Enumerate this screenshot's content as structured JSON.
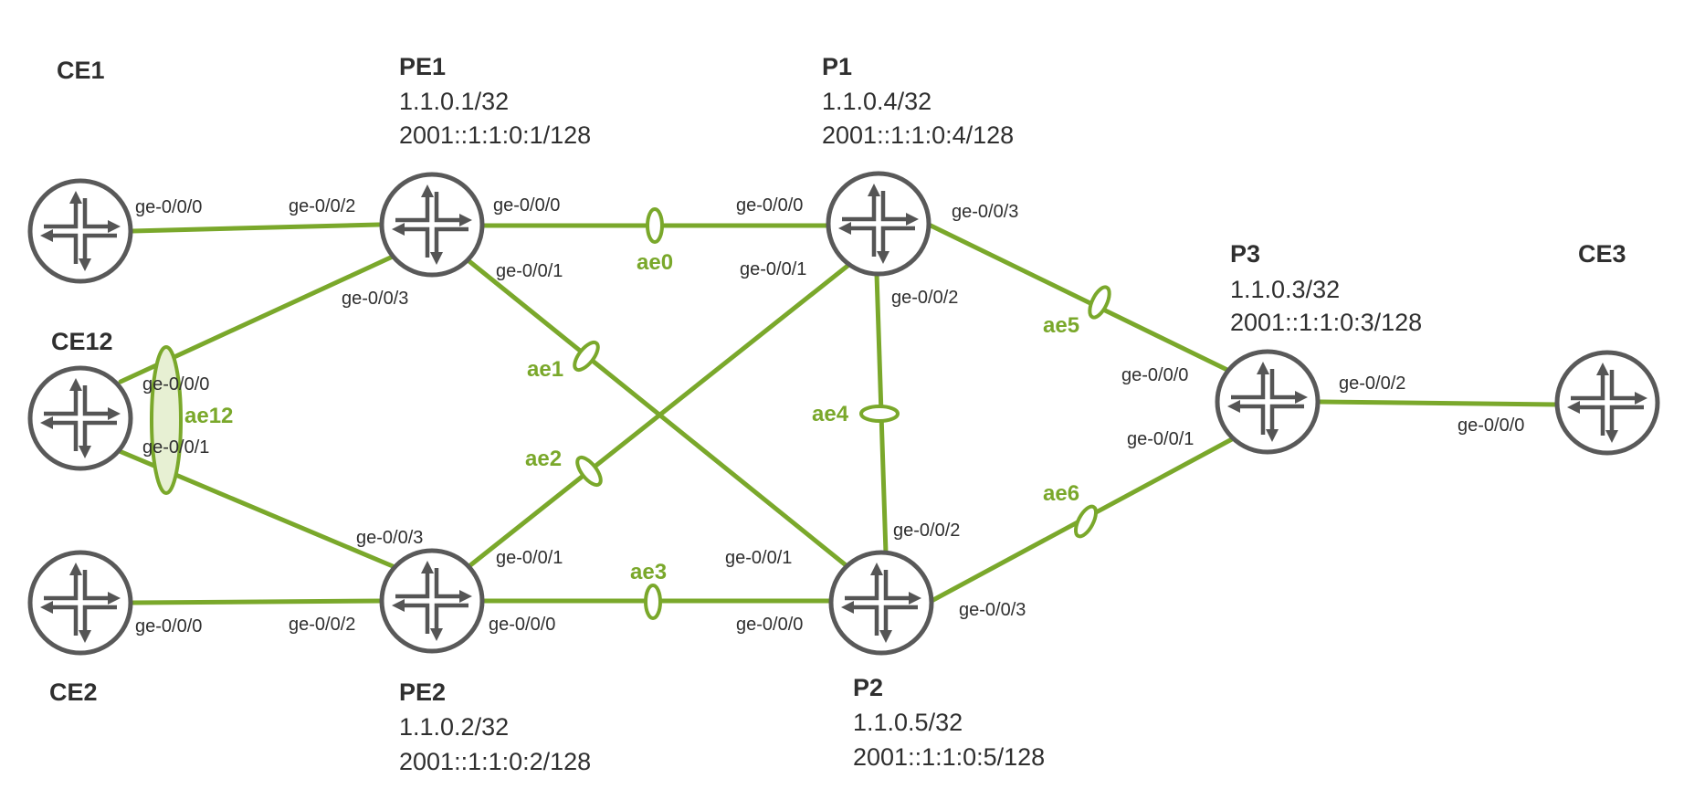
{
  "diagram": {
    "colors": {
      "link": "#7aa82b",
      "router_outline": "#595959",
      "label_text": "#2f2f2f",
      "ae_fill": "#e7f0d3"
    },
    "icon": "router-icon",
    "nodes": {
      "CE1": {
        "name": "CE1",
        "lines": []
      },
      "CE12": {
        "name": "CE12",
        "lines": []
      },
      "CE2": {
        "name": "CE2",
        "lines": []
      },
      "CE3": {
        "name": "CE3",
        "lines": []
      },
      "PE1": {
        "name": "PE1",
        "lines": [
          "1.1.0.1/32",
          "2001::1:1:0:1/128"
        ]
      },
      "PE2": {
        "name": "PE2",
        "lines": [
          "1.1.0.2/32",
          "2001::1:1:0:2/128"
        ]
      },
      "P1": {
        "name": "P1",
        "lines": [
          "1.1.0.4/32",
          "2001::1:1:0:4/128"
        ]
      },
      "P2": {
        "name": "P2",
        "lines": [
          "1.1.0.5/32",
          "2001::1:1:0:5/128"
        ]
      },
      "P3": {
        "name": "P3",
        "lines": [
          "1.1.0.3/32",
          "2001::1:1:0:3/128"
        ]
      }
    },
    "links": [
      {
        "from": "CE1",
        "from_if": "ge-0/0/0",
        "to": "PE1",
        "to_if": "ge-0/0/2",
        "ae": ""
      },
      {
        "from": "CE12",
        "from_if": "ge-0/0/0",
        "to": "PE1",
        "to_if": "ge-0/0/3",
        "ae": "ae12"
      },
      {
        "from": "CE12",
        "from_if": "ge-0/0/1",
        "to": "PE2",
        "to_if": "ge-0/0/3",
        "ae": "ae12"
      },
      {
        "from": "CE2",
        "from_if": "ge-0/0/0",
        "to": "PE2",
        "to_if": "ge-0/0/2",
        "ae": ""
      },
      {
        "from": "PE1",
        "from_if": "ge-0/0/0",
        "to": "P1",
        "to_if": "ge-0/0/0",
        "ae": "ae0"
      },
      {
        "from": "PE1",
        "from_if": "ge-0/0/1",
        "to": "P2",
        "to_if": "ge-0/0/1",
        "ae": "ae1"
      },
      {
        "from": "PE2",
        "from_if": "ge-0/0/1",
        "to": "P1",
        "to_if": "ge-0/0/1",
        "ae": "ae2"
      },
      {
        "from": "PE2",
        "from_if": "ge-0/0/0",
        "to": "P2",
        "to_if": "ge-0/0/0",
        "ae": "ae3"
      },
      {
        "from": "P1",
        "from_if": "ge-0/0/2",
        "to": "P2",
        "to_if": "ge-0/0/2",
        "ae": "ae4"
      },
      {
        "from": "P1",
        "from_if": "ge-0/0/3",
        "to": "P3",
        "to_if": "ge-0/0/0",
        "ae": "ae5"
      },
      {
        "from": "P2",
        "from_if": "ge-0/0/3",
        "to": "P3",
        "to_if": "ge-0/0/1",
        "ae": "ae6"
      },
      {
        "from": "P3",
        "from_if": "ge-0/0/2",
        "to": "CE3",
        "to_if": "ge-0/0/0",
        "ae": ""
      }
    ]
  }
}
